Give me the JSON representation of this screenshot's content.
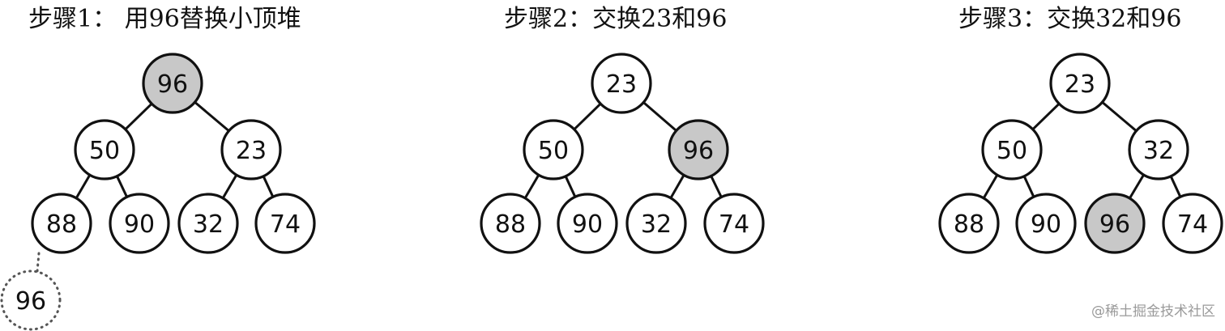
{
  "steps": [
    {
      "title": "步骤1： 用96替换小顶堆",
      "nodes": [
        "96",
        "50",
        "23",
        "88",
        "90",
        "32",
        "74"
      ],
      "highlighted": [
        0
      ],
      "removed": "96"
    },
    {
      "title": "步骤2：交换23和96",
      "nodes": [
        "23",
        "50",
        "96",
        "88",
        "90",
        "32",
        "74"
      ],
      "highlighted": [
        2
      ]
    },
    {
      "title": "步骤3：交换32和96",
      "nodes": [
        "23",
        "50",
        "32",
        "88",
        "90",
        "96",
        "74"
      ],
      "highlighted": [
        5
      ]
    }
  ],
  "watermark": "@稀土掘金技术社区",
  "colors": {
    "highlight_fill": "#c8c8c8",
    "node_fill": "#ffffff",
    "stroke": "#111111",
    "removed_stroke": "#555555"
  }
}
